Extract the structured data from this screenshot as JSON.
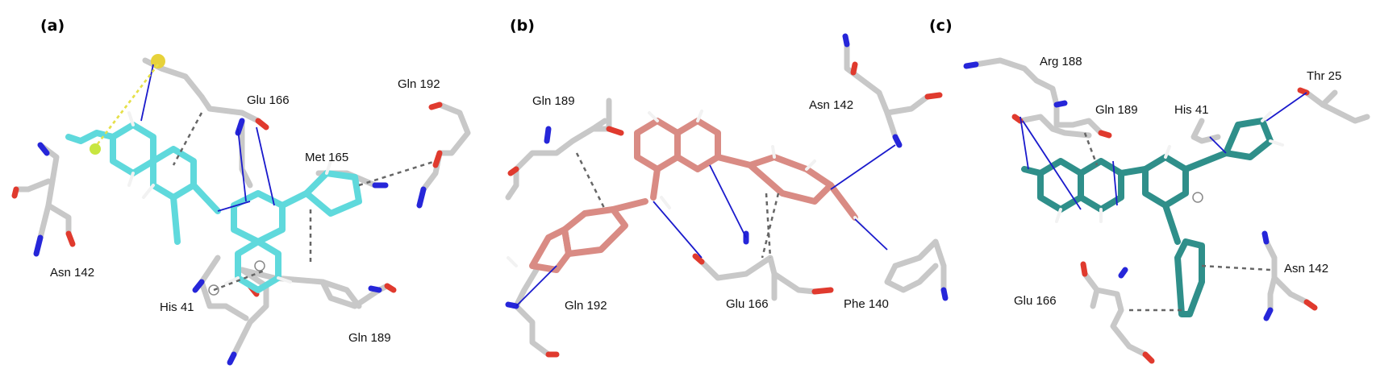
{
  "panels": [
    {
      "letter": "(a)",
      "ligand_color": "#5fd9dc",
      "residues": [
        "Asn 142",
        "Glu 166",
        "Gln 192",
        "Met 165",
        "His 41",
        "Gln 189"
      ]
    },
    {
      "letter": "(b)",
      "ligand_color": "#d98b84",
      "residues": [
        "Gln 189",
        "Asn 142",
        "Gln 192",
        "Glu 166",
        "Phe 140"
      ]
    },
    {
      "letter": "(c)",
      "ligand_color": "#2f8f8a",
      "residues": [
        "Arg 188",
        "Gln 189",
        "His 41",
        "Thr 25",
        "Asn 142",
        "Glu 166"
      ]
    }
  ],
  "colors": {
    "residue_stick": "#c8c8c8",
    "nitrogen": "#2626d9",
    "oxygen": "#e03a2e",
    "sulfur": "#e7d23a",
    "hbond": "#1a1acc",
    "contact_dash": "#666666",
    "halogen_dash": "#e6e04a",
    "hydrogen": "#f2f2f2"
  }
}
